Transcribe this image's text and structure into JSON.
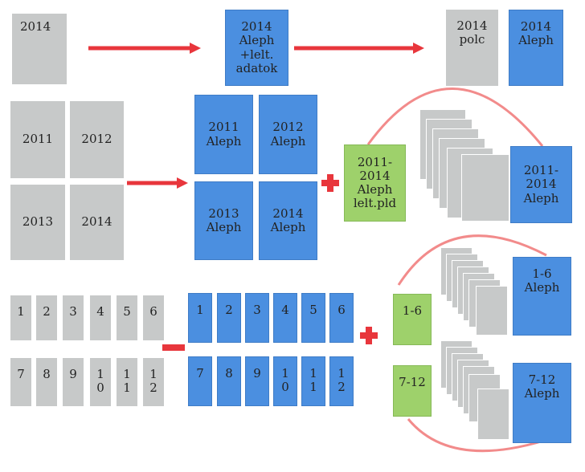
{
  "colors": {
    "gray": "#c7c9c9",
    "blue": "#4b8fe0",
    "green": "#9ed16b",
    "red": "#e8363c",
    "arc": "#f28b8b"
  },
  "row1": {
    "gray_box": "2014",
    "blue_center": "2014\nAleph\n+lelt.\nadatok",
    "gray_result": "2014\npolc",
    "blue_result": "2014\nAleph"
  },
  "row2": {
    "gray_years": [
      "2011",
      "2012",
      "2013",
      "2014"
    ],
    "blue_years": [
      "2011\nAleph",
      "2012\nAleph",
      "2013\nAleph",
      "2014\nAleph"
    ],
    "green_box": "2011-\n2014\nAleph\nlelt.pld",
    "blue_result": "2011-\n2014\nAleph"
  },
  "row3": {
    "gray_top": [
      "1",
      "2",
      "3",
      "4",
      "5",
      "6"
    ],
    "gray_bottom": [
      "7",
      "8",
      "9",
      "1\n0",
      "1\n1",
      "1\n2"
    ],
    "blue_top": [
      "1",
      "2",
      "3",
      "4",
      "5",
      "6"
    ],
    "blue_bottom": [
      "7",
      "8",
      "9",
      "1\n0",
      "1\n1",
      "1\n2"
    ],
    "green_top": "1-6",
    "green_bottom": "7-12",
    "blue_result_top": "1-6\nAleph",
    "blue_result_bottom": "7-12\nAleph"
  }
}
